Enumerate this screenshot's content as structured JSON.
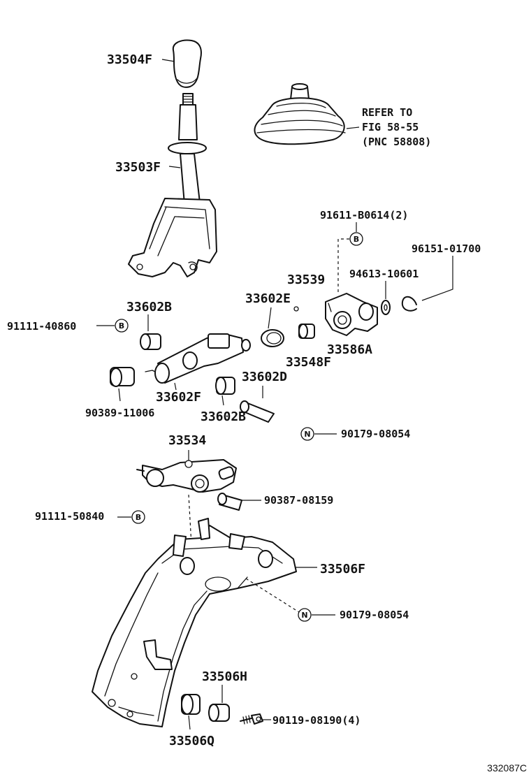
{
  "labels": {
    "knob": "33504F",
    "lever": "33503F",
    "boot_note_1": "REFER TO",
    "boot_note_2": "FIG 58-55",
    "boot_note_3": "(PNC 58808)",
    "bolt_top": "91611-B0614(2)",
    "ring": "96151-01700",
    "washer": "94613-10601",
    "p33539": "33539",
    "p33602E": "33602E",
    "p33602B_a": "33602B",
    "pin_b_1": "91111-40860",
    "p33586A": "33586A",
    "p33548F": "33548F",
    "bushing": "90389-11006",
    "p33602F": "33602F",
    "p33602D": "33602D",
    "p33602B_b": "33602B",
    "nut_1": "90179-08054",
    "p33534": "33534",
    "collar": "90387-08159",
    "pin_b_2": "91111-50840",
    "p33506F": "33506F",
    "nut_2": "90179-08054",
    "p33506H": "33506H",
    "bolt_bottom": "90119-08190(4)",
    "p33506Q": "33506Q",
    "figure_id": "332087C"
  },
  "tags": {
    "b": "B",
    "n": "N"
  }
}
